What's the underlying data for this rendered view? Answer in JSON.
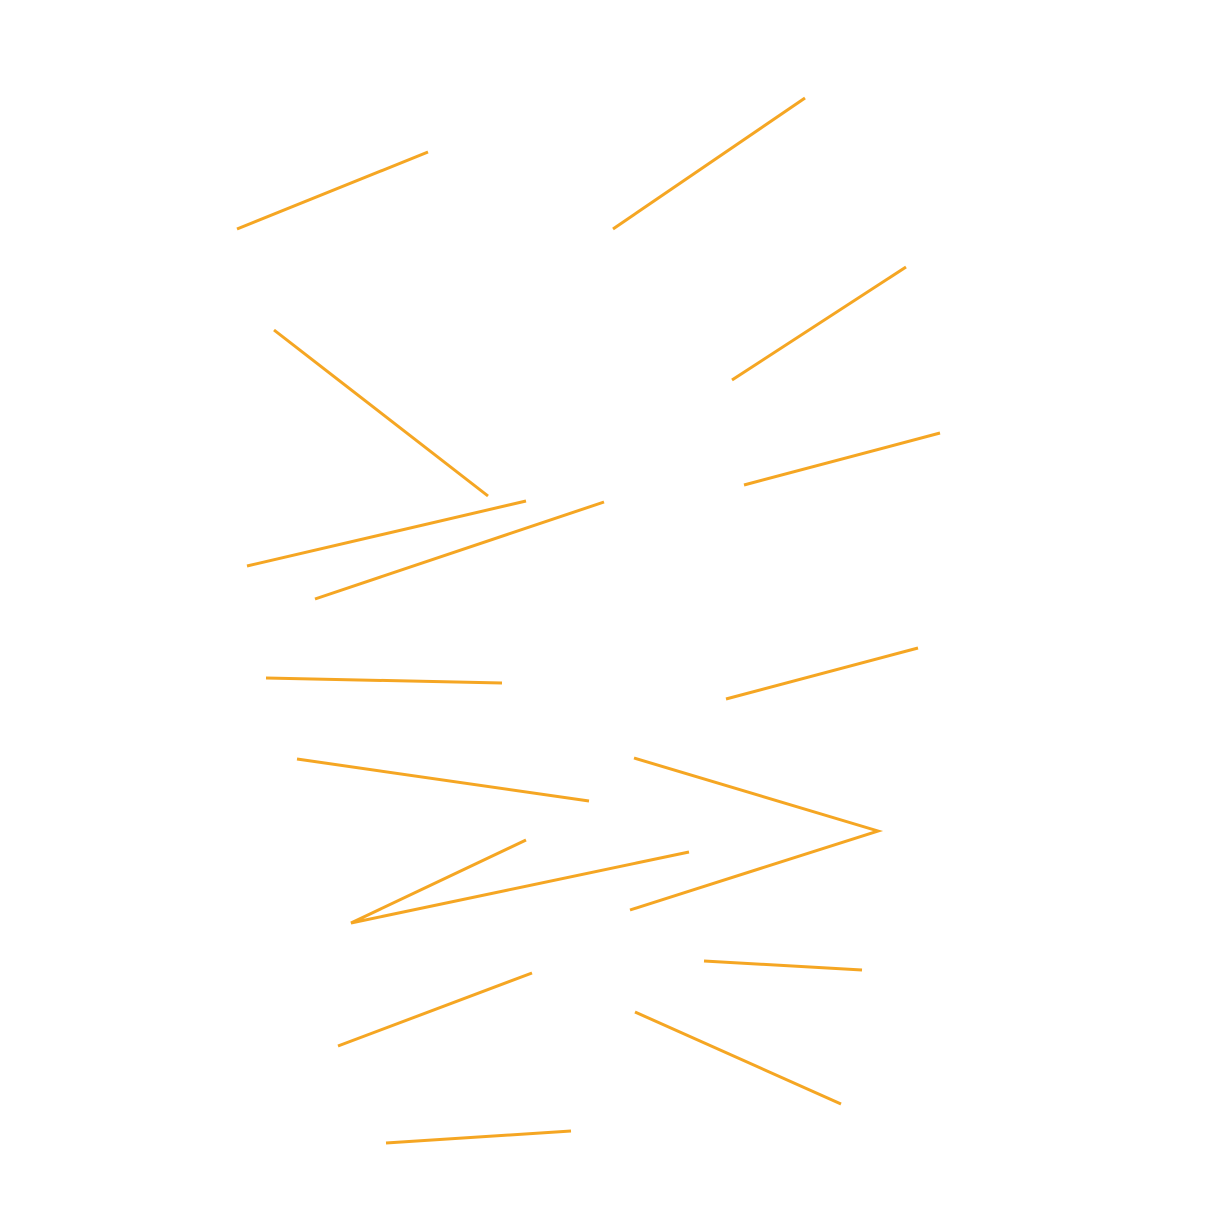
{
  "canvas": {
    "background": "#ffffff",
    "stroke_color": "#f5a623"
  },
  "shapes": [
    {
      "id": "stroke-01",
      "kind": "line"
    },
    {
      "id": "stroke-02",
      "kind": "line"
    },
    {
      "id": "stroke-03",
      "kind": "line"
    },
    {
      "id": "stroke-04",
      "kind": "line"
    },
    {
      "id": "stroke-05",
      "kind": "line"
    },
    {
      "id": "stroke-06",
      "kind": "line"
    },
    {
      "id": "stroke-07",
      "kind": "line"
    },
    {
      "id": "stroke-08",
      "kind": "line"
    },
    {
      "id": "stroke-09",
      "kind": "line"
    },
    {
      "id": "stroke-10",
      "kind": "line"
    },
    {
      "id": "stroke-11",
      "kind": "line"
    },
    {
      "id": "stroke-12",
      "kind": "chevron"
    },
    {
      "id": "stroke-13",
      "kind": "chevron"
    },
    {
      "id": "stroke-14",
      "kind": "line"
    },
    {
      "id": "stroke-15",
      "kind": "line"
    },
    {
      "id": "stroke-16",
      "kind": "line"
    },
    {
      "id": "stroke-17",
      "kind": "line"
    }
  ]
}
